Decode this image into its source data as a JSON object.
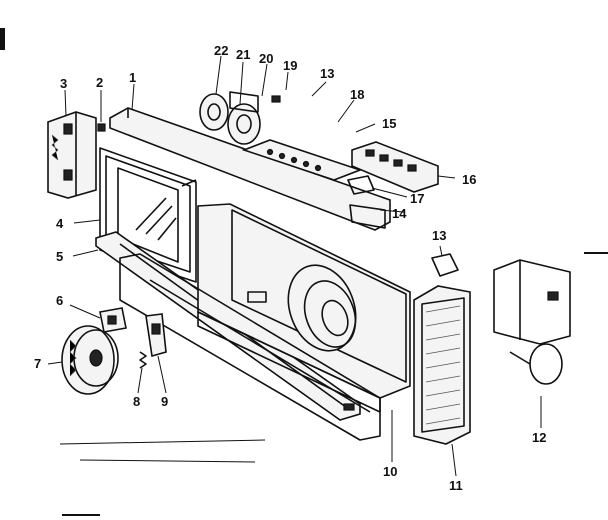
{
  "callouts": [
    {
      "label": "1"
    },
    {
      "label": "2"
    },
    {
      "label": "3"
    },
    {
      "label": "4"
    },
    {
      "label": "5"
    },
    {
      "label": "6"
    },
    {
      "label": "7"
    },
    {
      "label": "8"
    },
    {
      "label": "9"
    },
    {
      "label": "10"
    },
    {
      "label": "11"
    },
    {
      "label": "12"
    },
    {
      "label": "13"
    },
    {
      "label": "13"
    },
    {
      "label": "14"
    },
    {
      "label": "15"
    },
    {
      "label": "16"
    },
    {
      "label": "17"
    },
    {
      "label": "18"
    },
    {
      "label": "19"
    },
    {
      "label": "20"
    },
    {
      "label": "21"
    },
    {
      "label": "22"
    }
  ]
}
